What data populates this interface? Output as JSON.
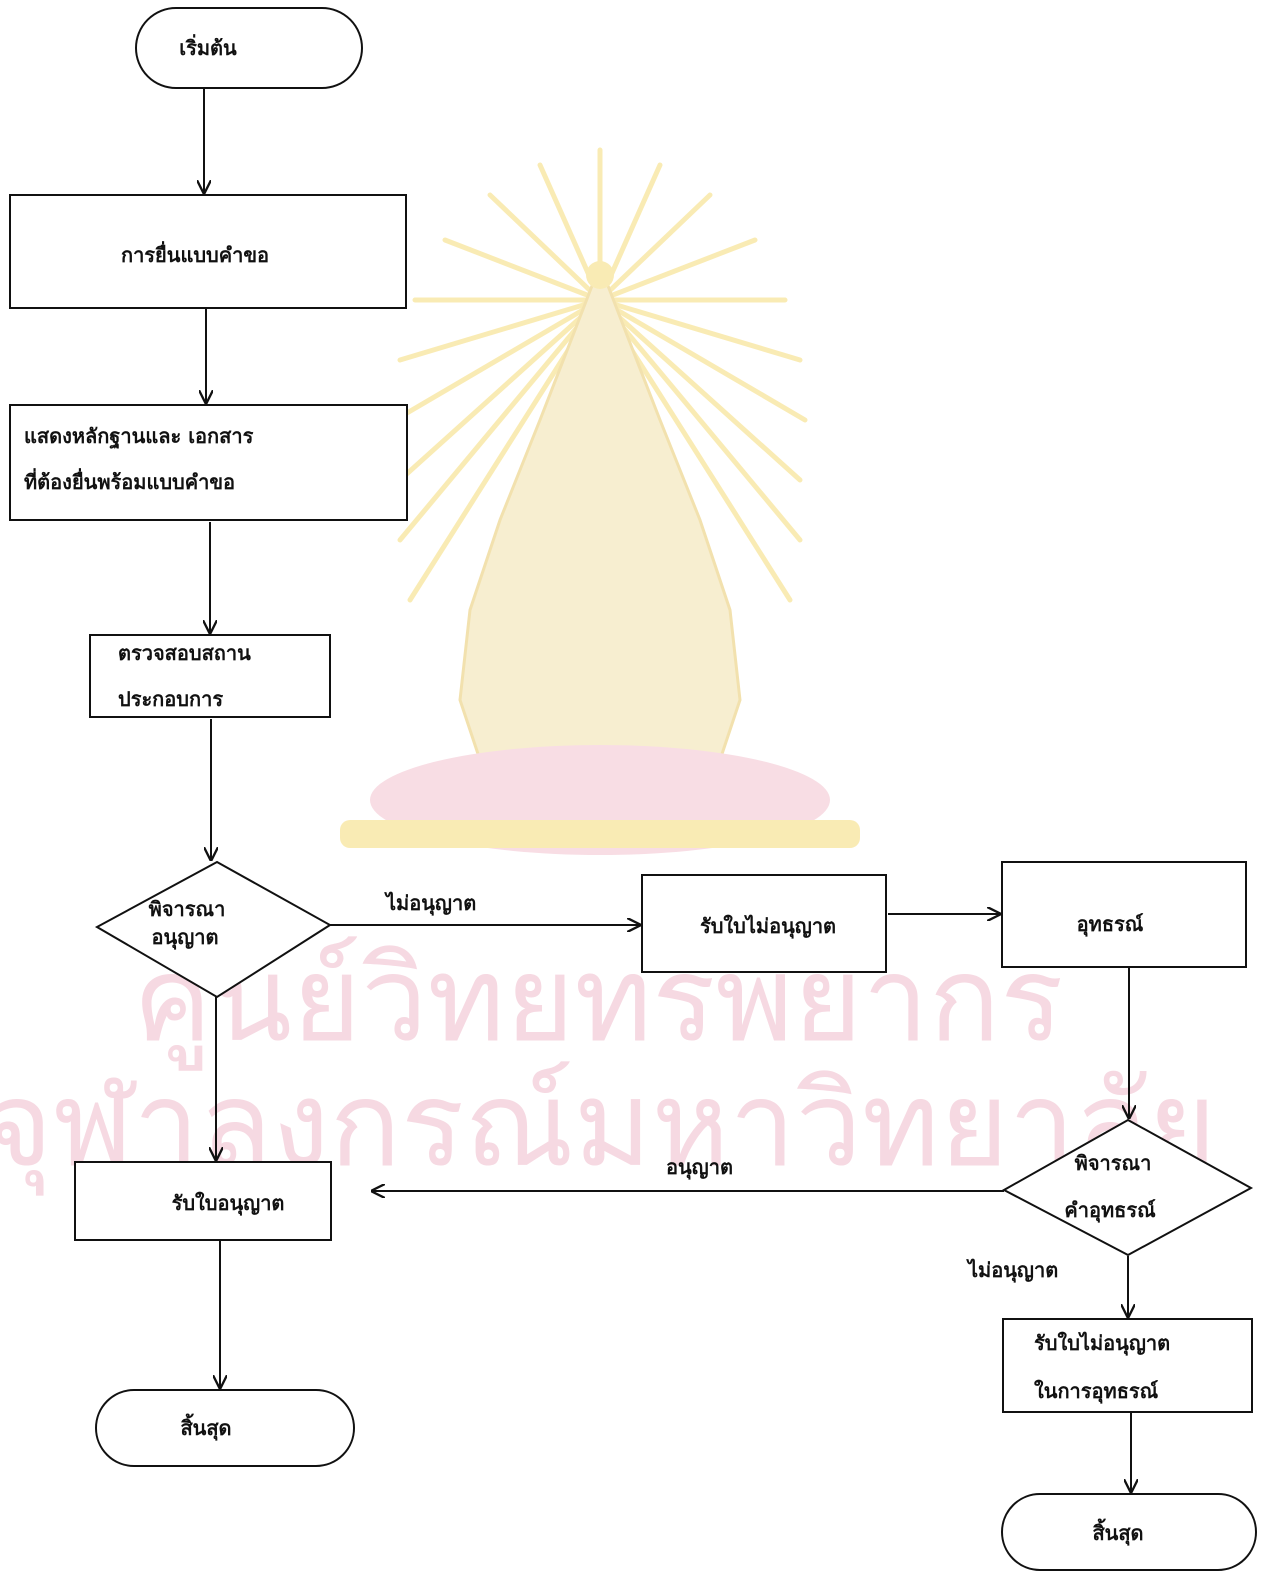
{
  "nodes": {
    "start": "เริ่มต้น",
    "submit_form": "การยื่นแบบคำขอ",
    "show_evidence": [
      "แสดงหลักฐานและ เอกสาร",
      "ที่ต้องยื่นพร้อมแบบคำขอ"
    ],
    "inspect_site": [
      "ตรวจสอบสถาน",
      "ประกอบการ"
    ],
    "consider_permit": [
      "พิจารณา",
      "อนุญาต"
    ],
    "receive_denial": "รับใบไม่อนุญาต",
    "appeal": "อุทธรณ์",
    "consider_appeal": [
      "พิจารณา",
      "คำอุทธรณ์"
    ],
    "receive_license": "รับใบอนุญาต",
    "end_left": "สิ้นสุด",
    "receive_appeal_denial": [
      "รับใบไม่อนุญาต",
      "ในการอุทธรณ์"
    ],
    "end_right": "สิ้นสุด"
  },
  "edges": {
    "not_permitted": "ไม่อนุญาต",
    "permitted": "อนุญาต",
    "appeal_not_permitted": "ไม่อนุญาต"
  },
  "watermark": {
    "line1": "ศูนย์วิทยทรัพยากร",
    "line2": "จุฬาลงกรณ์มหาวิทยาลัย"
  },
  "colors": {
    "ink": "#111111",
    "watermark_yellow": "#f9e8a8",
    "watermark_pink": "#f6d9e2"
  }
}
